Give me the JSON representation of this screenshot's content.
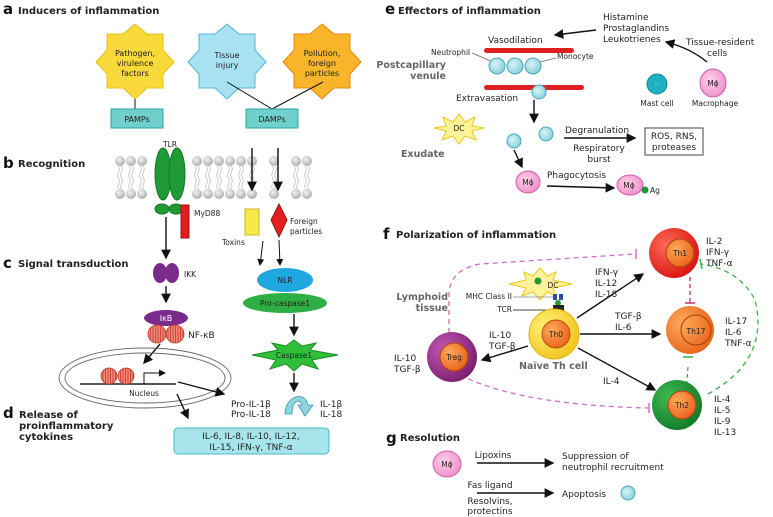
{
  "sections": {
    "a": {
      "letter": "a",
      "title": "Inducers of inflammation"
    },
    "b": {
      "letter": "b",
      "title": "Recognition"
    },
    "c": {
      "letter": "c",
      "title": "Signal transduction"
    },
    "d": {
      "letter": "d",
      "title_lines": [
        "Release of",
        "proinflammatory",
        "cytokines"
      ]
    },
    "e": {
      "letter": "e",
      "title": "Effectors of inflammation"
    },
    "f": {
      "letter": "f",
      "title": "Polarization of inflammation"
    },
    "g": {
      "letter": "g",
      "title": "Resolution"
    }
  },
  "inducers": {
    "pathogen": [
      "Pathogen,",
      "virulence",
      "factors"
    ],
    "tissue": [
      "Tissue",
      "injury"
    ],
    "pollution": [
      "Pollution,",
      "foreign",
      "particles"
    ],
    "pamps": "PAMPs",
    "damps": "DAMPs"
  },
  "recognition": {
    "tlr": "TLR",
    "myd88": "MyD88",
    "toxins": "Toxins",
    "foreign": [
      "Foreign",
      "particles"
    ]
  },
  "signal": {
    "ikk": "IKK",
    "ikb": "IκB",
    "nfkb": "NF-κB",
    "nucleus": "Nucleus",
    "nlr": "NLR",
    "procaspase": "Pro-caspase1",
    "caspase": "Caspase1",
    "pro_il": [
      "Pro-IL-1β",
      "Pro-IL-18"
    ],
    "il": [
      "IL-1β",
      "IL-18"
    ]
  },
  "cytokines": [
    "IL-6, IL-8, IL-10, IL-12,",
    "IL-15, IFN-γ, TNF-α"
  ],
  "effectors": {
    "mediators": [
      "Histamine",
      "Prostaglandins",
      "Leukotrienes"
    ],
    "tissue_resident": [
      "Tissue-resident",
      "cells"
    ],
    "vasodilation": "Vasodilation",
    "neutrophil": "Neutrophil",
    "monocyte": "Monocyte",
    "venule": [
      "Postcapillary",
      "venule"
    ],
    "extravasation": "Extravasation",
    "mast_cell": "Mast cell",
    "macrophage": "Macrophage",
    "mphi": "Mϕ",
    "dc": "DC",
    "exudate": "Exudate",
    "degranulation": "Degranulation",
    "burst": [
      "Respiratory",
      "burst"
    ],
    "ros": [
      "ROS, RNS,",
      "proteases"
    ],
    "phagocytosis": "Phagocytosis",
    "ag": "Ag"
  },
  "polarization": {
    "lymphoid": [
      "Lymphoid",
      "tissue"
    ],
    "dc": "DC",
    "mhc": "MHC Class II",
    "tcr": "TCR",
    "th0": "Th0",
    "naive": "Naïve Th cell",
    "th1": "Th1",
    "th17": "Th17",
    "th2": "Th2",
    "treg": "Treg",
    "th1_inducers": [
      "IFN-γ",
      "IL-12",
      "IL-18"
    ],
    "th17_inducers": [
      "TGF-β",
      "IL-6"
    ],
    "th2_inducer": "IL-4",
    "treg_inducers": [
      "IL-10",
      "TGF-β"
    ],
    "th1_products": [
      "IL-2",
      "IFN-γ",
      "TNF-α"
    ],
    "th17_products": [
      "IL-17",
      "IL-6",
      "TNF-α"
    ],
    "th2_products": [
      "IL-4",
      "IL-5",
      "IL-9",
      "IL-13"
    ],
    "treg_products": [
      "IL-10",
      "TGF-β"
    ]
  },
  "resolution": {
    "mphi": "Mϕ",
    "lipoxins": "Lipoxins",
    "suppression": [
      "Suppression of",
      "neutrophil recruitment"
    ],
    "fas": "Fas ligand",
    "resolvins": [
      "Resolvins,",
      "protectins"
    ],
    "apoptosis": "Apoptosis"
  },
  "colors": {
    "yellow": "#f7d93a",
    "cyan": "#7fd3e8",
    "orange": "#f5a623",
    "teal_box": "#5cc7c7",
    "green": "#1f8f2f",
    "red": "#e02020",
    "purple": "#7a2b8c",
    "magenta_dash": "#d26fbf",
    "green_dash": "#3cb04a"
  }
}
